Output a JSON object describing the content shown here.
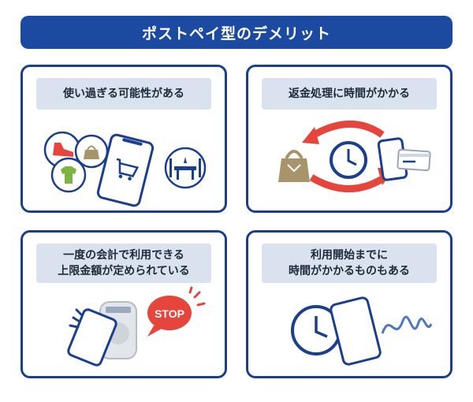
{
  "title": "ポストペイ型のデメリット",
  "cards": [
    {
      "label_lines": [
        "使い過ぎる可能性がある"
      ]
    },
    {
      "label_lines": [
        "返金処理に時間がかかる"
      ]
    },
    {
      "label_lines": [
        "一度の会計で利用できる",
        "上限金額が定められている"
      ]
    },
    {
      "label_lines": [
        "利用開始までに",
        "時間がかかるものもある"
      ]
    }
  ],
  "stop_sign": "STOP",
  "colors": {
    "navy": "#1b3f8f",
    "banner": "#1b4aa0",
    "label_bg": "#d9e2ee",
    "red": "#e6453c",
    "gold": "#a8946a",
    "green": "#7cb342"
  }
}
